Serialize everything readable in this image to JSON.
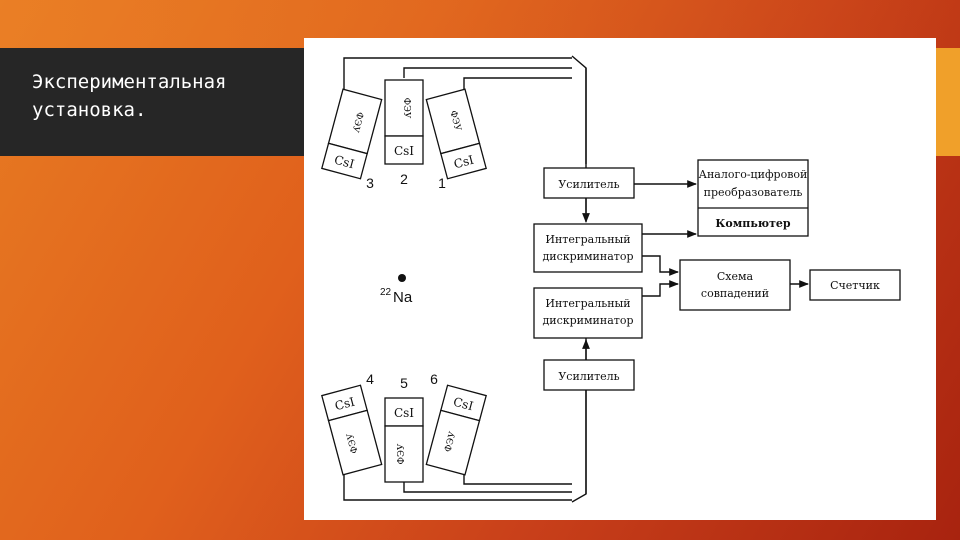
{
  "slide": {
    "title": "Экспериментальная\nустановка."
  },
  "diagram": {
    "detectors_top": [
      {
        "number": "3",
        "crystal": "CsI",
        "pmt": "ФЭУ"
      },
      {
        "number": "2",
        "crystal": "CsI",
        "pmt": "ФЭУ"
      },
      {
        "number": "1",
        "crystal": "CsI",
        "pmt": "ФЭУ"
      }
    ],
    "detectors_bottom": [
      {
        "number": "4",
        "crystal": "CsI",
        "pmt": "ФЭУ"
      },
      {
        "number": "5",
        "crystal": "CsI",
        "pmt": "ФЭУ"
      },
      {
        "number": "6",
        "crystal": "CsI",
        "pmt": "ФЭУ"
      }
    ],
    "source": {
      "mass_number": "22",
      "element": "Na"
    },
    "blocks": {
      "amplifier_top": "Усилитель",
      "adc_line1": "Аналого-цифровой",
      "adc_line2": "преобразователь",
      "computer": "Компьютер",
      "discriminator1_line1": "Интегральный",
      "discriminator1_line2": "дискриминатор",
      "discriminator2_line1": "Интегральный",
      "discriminator2_line2": "дискриминатор",
      "coincidence_line1": "Схема",
      "coincidence_line2": "совпадений",
      "counter": "Счетчик",
      "amplifier_bottom": "Усилитель"
    }
  }
}
